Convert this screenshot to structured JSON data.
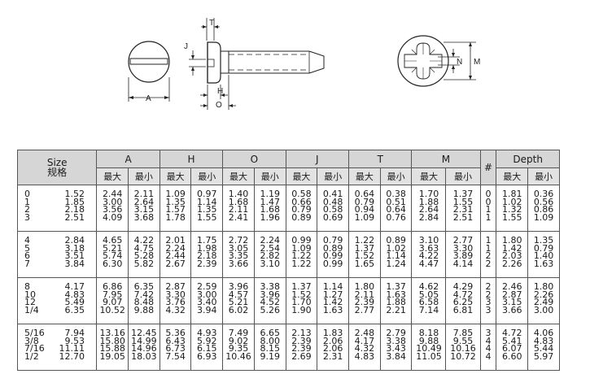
{
  "drawing": {
    "labels": {
      "a": "A",
      "j": "J",
      "t": "T",
      "h": "H",
      "o": "O",
      "n": "N",
      "m": "M"
    }
  },
  "table": {
    "header": {
      "size": "Size",
      "size_cn": "规格",
      "groups": [
        "A",
        "H",
        "O",
        "J",
        "T",
        "M"
      ],
      "hash": "#",
      "depth": "Depth",
      "max": "最大",
      "min": "最小"
    },
    "groups": [
      {
        "rows": [
          {
            "size": "0",
            "mm": "1.52",
            "A": [
              "2.44",
              "2.11"
            ],
            "H": [
              "1.09",
              "0.97"
            ],
            "O": [
              "1.40",
              "1.19"
            ],
            "J": [
              "0.58",
              "0.41"
            ],
            "T": [
              "0.64",
              "0.38"
            ],
            "M": [
              "1.70",
              "1.37"
            ],
            "hash": "0",
            "depth": [
              "1.81",
              "0.36"
            ]
          },
          {
            "size": "1",
            "mm": "1.85",
            "A": [
              "3.00",
              "2.64"
            ],
            "H": [
              "1.35",
              "1.14"
            ],
            "O": [
              "1.68",
              "1.47"
            ],
            "J": [
              "0.66",
              "0.48"
            ],
            "T": [
              "0.79",
              "0.51"
            ],
            "M": [
              "1.88",
              "1.55"
            ],
            "hash": "0",
            "depth": [
              "1.02",
              "0.56"
            ]
          },
          {
            "size": "2",
            "mm": "2.18",
            "A": [
              "3.56",
              "3.15"
            ],
            "H": [
              "1.57",
              "1.35"
            ],
            "O": [
              "2.11",
              "1.68"
            ],
            "J": [
              "0.79",
              "0.58"
            ],
            "T": [
              "0.94",
              "0.64"
            ],
            "M": [
              "2.64",
              "2.31"
            ],
            "hash": "1",
            "depth": [
              "1.32",
              "0.86"
            ]
          },
          {
            "size": "3",
            "mm": "2.51",
            "A": [
              "4.09",
              "3.68"
            ],
            "H": [
              "1.78",
              "1.55"
            ],
            "O": [
              "2.41",
              "1.96"
            ],
            "J": [
              "0.89",
              "0.69"
            ],
            "T": [
              "1.09",
              "0.76"
            ],
            "M": [
              "2.84",
              "2.51"
            ],
            "hash": "1",
            "depth": [
              "1.55",
              "1.09"
            ]
          }
        ]
      },
      {
        "rows": [
          {
            "size": "4",
            "mm": "2.84",
            "A": [
              "4.65",
              "4.22"
            ],
            "H": [
              "2.01",
              "1.75"
            ],
            "O": [
              "2.72",
              "2.24"
            ],
            "J": [
              "0.99",
              "0.79"
            ],
            "T": [
              "1.22",
              "0.89"
            ],
            "M": [
              "3.10",
              "2.77"
            ],
            "hash": "1",
            "depth": [
              "1.80",
              "1.35"
            ]
          },
          {
            "size": "5",
            "mm": "3.18",
            "A": [
              "5.21",
              "4.75"
            ],
            "H": [
              "2.24",
              "1.98"
            ],
            "O": [
              "3.05",
              "2.54"
            ],
            "J": [
              "1.09",
              "0.89"
            ],
            "T": [
              "1.37",
              "1.02"
            ],
            "M": [
              "3.63",
              "3.30"
            ],
            "hash": "1",
            "depth": [
              "1.42",
              "0.79"
            ]
          },
          {
            "size": "6",
            "mm": "3.51",
            "A": [
              "5.74",
              "5.28"
            ],
            "H": [
              "2.44",
              "2.18"
            ],
            "O": [
              "3.35",
              "2.82"
            ],
            "J": [
              "1.22",
              "0.99"
            ],
            "T": [
              "1.52",
              "1.14"
            ],
            "M": [
              "4.22",
              "3.89"
            ],
            "hash": "2",
            "depth": [
              "2.03",
              "1.40"
            ]
          },
          {
            "size": "7",
            "mm": "3.84",
            "A": [
              "6.30",
              "5.82"
            ],
            "H": [
              "2.67",
              "2.39"
            ],
            "O": [
              "3.66",
              "3.10"
            ],
            "J": [
              "1.22",
              "0.99"
            ],
            "T": [
              "1.65",
              "1.24"
            ],
            "M": [
              "4.47",
              "4.14"
            ],
            "hash": "2",
            "depth": [
              "2.26",
              "1.63"
            ]
          }
        ]
      },
      {
        "rows": [
          {
            "size": "8",
            "mm": "4.17",
            "A": [
              "6.86",
              "6.35"
            ],
            "H": [
              "2.87",
              "2.59"
            ],
            "O": [
              "3.96",
              "3.38"
            ],
            "J": [
              "1.37",
              "1.14"
            ],
            "T": [
              "1.80",
              "1.37"
            ],
            "M": [
              "4.62",
              "4.29"
            ],
            "hash": "2",
            "depth": [
              "2.46",
              "1.80"
            ]
          },
          {
            "size": "10",
            "mm": "4.83",
            "A": [
              "7.95",
              "7.42"
            ],
            "H": [
              "3.30",
              "3.00"
            ],
            "O": [
              "4.57",
              "3.96"
            ],
            "J": [
              "1.52",
              "1.27"
            ],
            "T": [
              "2.11",
              "1.63"
            ],
            "M": [
              "5.05",
              "4.72"
            ],
            "hash": "2",
            "depth": [
              "2.87",
              "2.26"
            ]
          },
          {
            "size": "12",
            "mm": "5.49",
            "A": [
              "9.07",
              "8.48"
            ],
            "H": [
              "3.76",
              "3.40"
            ],
            "O": [
              "5.21",
              "4.52"
            ],
            "J": [
              "1.70",
              "1.42"
            ],
            "T": [
              "2.39",
              "1.88"
            ],
            "M": [
              "6.58",
              "6.25"
            ],
            "hash": "3",
            "depth": [
              "3.15",
              "2.49"
            ]
          },
          {
            "size": "1/4",
            "mm": "6.35",
            "A": [
              "10.52",
              "9.88"
            ],
            "H": [
              "4.32",
              "3.94"
            ],
            "O": [
              "6.02",
              "5.26"
            ],
            "J": [
              "1.90",
              "1.63"
            ],
            "T": [
              "2.77",
              "2.21"
            ],
            "M": [
              "7.14",
              "6.81"
            ],
            "hash": "3",
            "depth": [
              "3.66",
              "3.00"
            ]
          }
        ]
      },
      {
        "rows": [
          {
            "size": "5/16",
            "mm": "7.94",
            "A": [
              "13.16",
              "12.45"
            ],
            "H": [
              "5.36",
              "4.93"
            ],
            "O": [
              "7.49",
              "6.65"
            ],
            "J": [
              "2.13",
              "1.83"
            ],
            "T": [
              "2.48",
              "2.79"
            ],
            "M": [
              "8.18",
              "7.85"
            ],
            "hash": "3",
            "depth": [
              "4.72",
              "4.06"
            ]
          },
          {
            "size": "3/8",
            "mm": "9.53",
            "A": [
              "15.80",
              "14.99"
            ],
            "H": [
              "6.43",
              "5.92"
            ],
            "O": [
              "9.02",
              "8.00"
            ],
            "J": [
              "2.39",
              "2.06"
            ],
            "T": [
              "4.17",
              "3.38"
            ],
            "M": [
              "9.88",
              "9.55"
            ],
            "hash": "4",
            "depth": [
              "5.41",
              "4.83"
            ]
          },
          {
            "size": "7/16",
            "mm": "11.11",
            "A": [
              "15.88",
              "14.96"
            ],
            "H": [
              "6.73",
              "6.15"
            ],
            "O": [
              "9.35",
              "8.15"
            ],
            "J": [
              "2.39",
              "2.06"
            ],
            "T": [
              "4.32",
              "3.43"
            ],
            "M": [
              "10.49",
              "10.16"
            ],
            "hash": "4",
            "depth": [
              "6.07",
              "5.44"
            ]
          },
          {
            "size": "1/2",
            "mm": "12.70",
            "A": [
              "19.05",
              "18.03"
            ],
            "H": [
              "7.54",
              "6.93"
            ],
            "O": [
              "10.46",
              "9.19"
            ],
            "J": [
              "2.69",
              "2.31"
            ],
            "T": [
              "4.83",
              "3.84"
            ],
            "M": [
              "11.05",
              "10.72"
            ],
            "hash": "4",
            "depth": [
              "6.60",
              "5.97"
            ]
          }
        ]
      }
    ]
  }
}
